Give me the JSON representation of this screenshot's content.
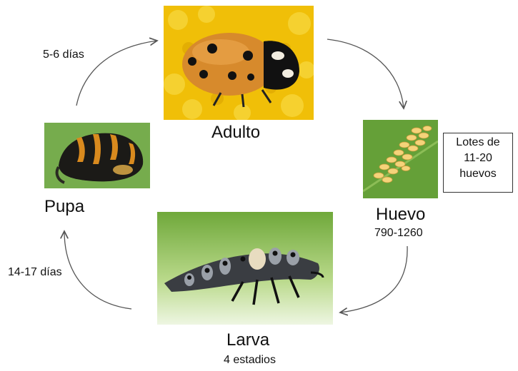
{
  "stages": {
    "adult": {
      "label": "Adulto"
    },
    "egg": {
      "label": "Huevo",
      "count": "790-1260"
    },
    "larva": {
      "label": "Larva",
      "detail": "4 estadios"
    },
    "pupa": {
      "label": "Pupa"
    }
  },
  "egg_note": {
    "line1": "Lotes de",
    "line2": "11-20",
    "line3": "huevos"
  },
  "durations": {
    "pupa_to_adult": "5-6 días",
    "larva_to_pupa": "14-17 días"
  },
  "icons": [
    "adult-ladybug-photo",
    "egg-cluster-photo",
    "larva-photo",
    "pupa-photo"
  ],
  "colors": {
    "arrow": "#555555",
    "flower_yellow": "#f2c200",
    "leaf_green": "#6fa83a",
    "ladybug_orange": "#d9882a"
  }
}
